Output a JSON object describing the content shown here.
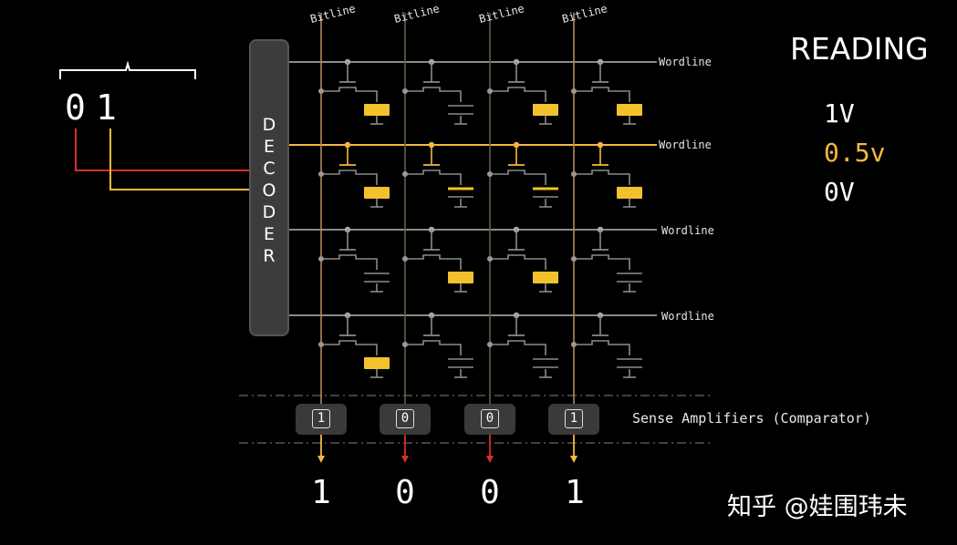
{
  "title": "READING",
  "voltages": {
    "high": "1V",
    "mid": "0.5v",
    "low": "0V"
  },
  "address_bits": [
    "0",
    "1"
  ],
  "decoder_letters": [
    "D",
    "E",
    "C",
    "O",
    "D",
    "E",
    "R"
  ],
  "bitline_label": "Bitline",
  "wordline_label": "Wordline",
  "sense_amp_label": "Sense Amplifiers (Comparator)",
  "sense_amp_values": [
    "1",
    "0",
    "0",
    "1"
  ],
  "outputs": [
    "1",
    "0",
    "0",
    "1"
  ],
  "watermark": "知乎 @娃围玮未",
  "colors": {
    "active": "#f4b93f",
    "capacitor": "#f2c12e",
    "red": "#d6302a",
    "gray": "#8a8a8a",
    "bitline": "#b8885a"
  },
  "cell_charged": [
    [
      true,
      false,
      true,
      true
    ],
    [
      true,
      false,
      false,
      true
    ],
    [
      false,
      true,
      true,
      false
    ],
    [
      true,
      false,
      false,
      false
    ]
  ],
  "active_row": 1
}
